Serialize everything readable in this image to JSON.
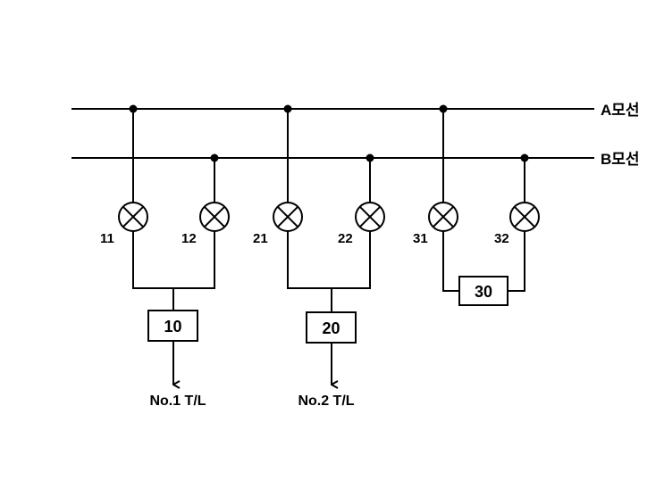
{
  "buses": {
    "a_label": "A모선",
    "b_label": "B모선"
  },
  "breakers": {
    "b11": "11",
    "b12": "12",
    "b21": "21",
    "b22": "22",
    "b31": "31",
    "b32": "32"
  },
  "boxes": {
    "box10": "10",
    "box20": "20",
    "box30": "30"
  },
  "outputs": {
    "tl1": "No.1 T/L",
    "tl2": "No.2 T/L"
  }
}
